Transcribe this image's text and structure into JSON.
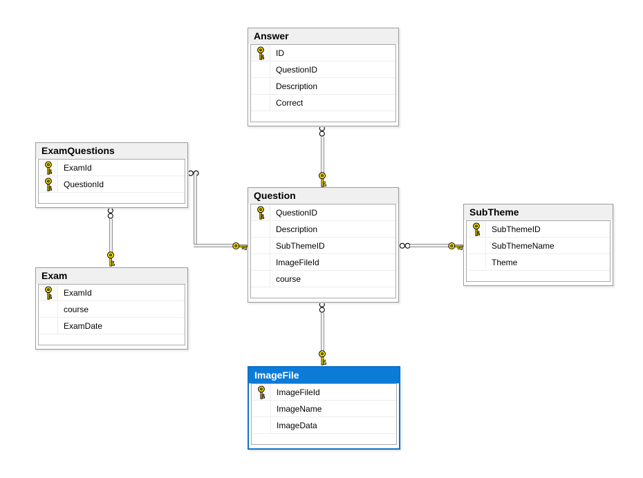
{
  "colors": {
    "canvas_bg": "#ffffff",
    "table_border": "#9b9b9b",
    "header_bg": "#f0f0f0",
    "header_text": "#000000",
    "selected_header_bg": "#0c7bd8",
    "selected_border": "#0b72c9",
    "selected_header_text": "#ffffff",
    "row_separator": "#ededed",
    "key_yellow": "#ffe200",
    "connector_edge": "#8f8f8f",
    "connector_fill": "#efefef"
  },
  "tables": [
    {
      "title": "Answer",
      "selected": false,
      "columns": [
        {
          "name": "ID",
          "pk": true
        },
        {
          "name": "QuestionID",
          "pk": false
        },
        {
          "name": "Description",
          "pk": false
        },
        {
          "name": "Correct",
          "pk": false
        }
      ]
    },
    {
      "title": "ExamQuestions",
      "selected": false,
      "columns": [
        {
          "name": "ExamId",
          "pk": true
        },
        {
          "name": "QuestionId",
          "pk": true
        }
      ]
    },
    {
      "title": "Question",
      "selected": false,
      "columns": [
        {
          "name": "QuestionID",
          "pk": true
        },
        {
          "name": "Description",
          "pk": false
        },
        {
          "name": "SubThemeID",
          "pk": false
        },
        {
          "name": "ImageFileId",
          "pk": false
        },
        {
          "name": "course",
          "pk": false
        }
      ]
    },
    {
      "title": "SubTheme",
      "selected": false,
      "columns": [
        {
          "name": "SubThemeID",
          "pk": true
        },
        {
          "name": "SubThemeName",
          "pk": false
        },
        {
          "name": "Theme",
          "pk": false
        }
      ]
    },
    {
      "title": "Exam",
      "selected": false,
      "columns": [
        {
          "name": "ExamId",
          "pk": true
        },
        {
          "name": "course",
          "pk": false
        },
        {
          "name": "ExamDate",
          "pk": false
        }
      ]
    },
    {
      "title": "ImageFile",
      "selected": true,
      "columns": [
        {
          "name": "ImageFileId",
          "pk": true
        },
        {
          "name": "ImageName",
          "pk": false
        },
        {
          "name": "ImageData",
          "pk": false
        }
      ]
    }
  ],
  "relationships": [
    {
      "many_table": "Answer",
      "one_table": "Question"
    },
    {
      "many_table": "ExamQuestions",
      "one_table": "Question"
    },
    {
      "many_table": "Question",
      "one_table": "SubTheme"
    },
    {
      "many_table": "ExamQuestions",
      "one_table": "Exam"
    },
    {
      "many_table": "Question",
      "one_table": "ImageFile"
    }
  ]
}
